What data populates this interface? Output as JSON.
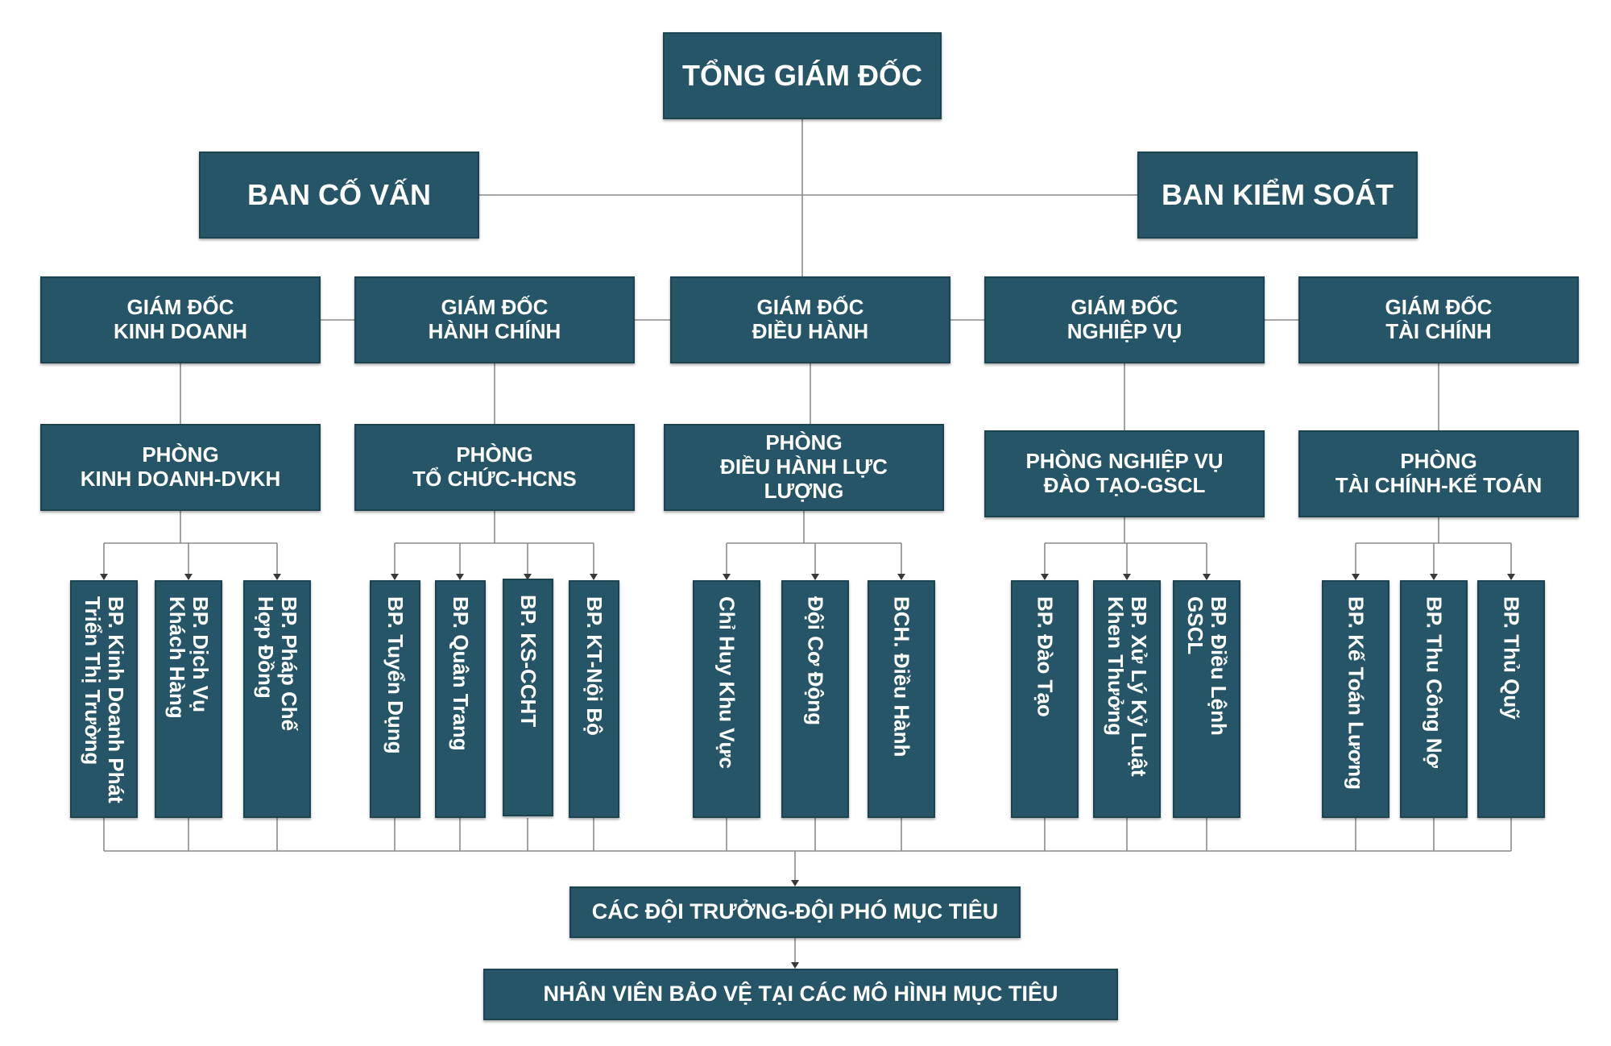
{
  "colors": {
    "box_fill": "#255566",
    "box_border": "#1c4350",
    "text": "#ffffff",
    "connector": "#8a8a8a",
    "background": "#ffffff"
  },
  "top": {
    "ceo": "TỔNG GIÁM ĐỐC",
    "advisory": "BAN CỐ VẤN",
    "supervisory": "BAN KIỂM SOÁT"
  },
  "directors": [
    "GIÁM ĐỐC\nKINH DOANH",
    "GIÁM ĐỐC\nHÀNH CHÍNH",
    "GIÁM ĐỐC\nĐIỀU HÀNH",
    "GIÁM ĐỐC\nNGHIỆP VỤ",
    "GIÁM ĐỐC\nTÀI CHÍNH"
  ],
  "departments": [
    "PHÒNG\nKINH DOANH-DVKH",
    "PHÒNG\nTỔ CHỨC-HCNS",
    "PHÒNG\nĐIỀU HÀNH LỰC\nLƯỢNG",
    "PHÒNG NGHIỆP VỤ\nĐÀO  TẠO-GSCL",
    "PHÒNG\nTÀI CHÍNH-KẾ TOÁN"
  ],
  "units": [
    [
      "BP. Kinh Doanh Phát\nTriển Thị Trường",
      "BP. Dịch Vụ\nKhách Hàng",
      "BP. Pháp Chế\nHợp Đồng"
    ],
    [
      "BP. Tuyển Dụng",
      "BP. Quân Trang",
      "BP. KS-CCHT",
      "BP. KT-Nội Bộ"
    ],
    [
      "Chỉ Huy Khu Vực",
      "Đội Cơ Động",
      "BCH. Điều Hành"
    ],
    [
      "BP. Đào Tạo",
      "BP. Xử Lý Kỷ Luật\nKhen Thưởng",
      "BP. Điều Lệnh\nGSCL"
    ],
    [
      "BP. Kế Toán Lương",
      "BP. Thu Công Nợ",
      "BP. Thủ Quỹ"
    ]
  ],
  "bottom": {
    "team_leaders": "CÁC ĐỘI TRƯỞNG-ĐỘI PHÓ  MỤC TIÊU",
    "guards": "NHÂN VIÊN BẢO VỆ TẠI CÁC MÔ HÌNH MỤC TIÊU"
  }
}
